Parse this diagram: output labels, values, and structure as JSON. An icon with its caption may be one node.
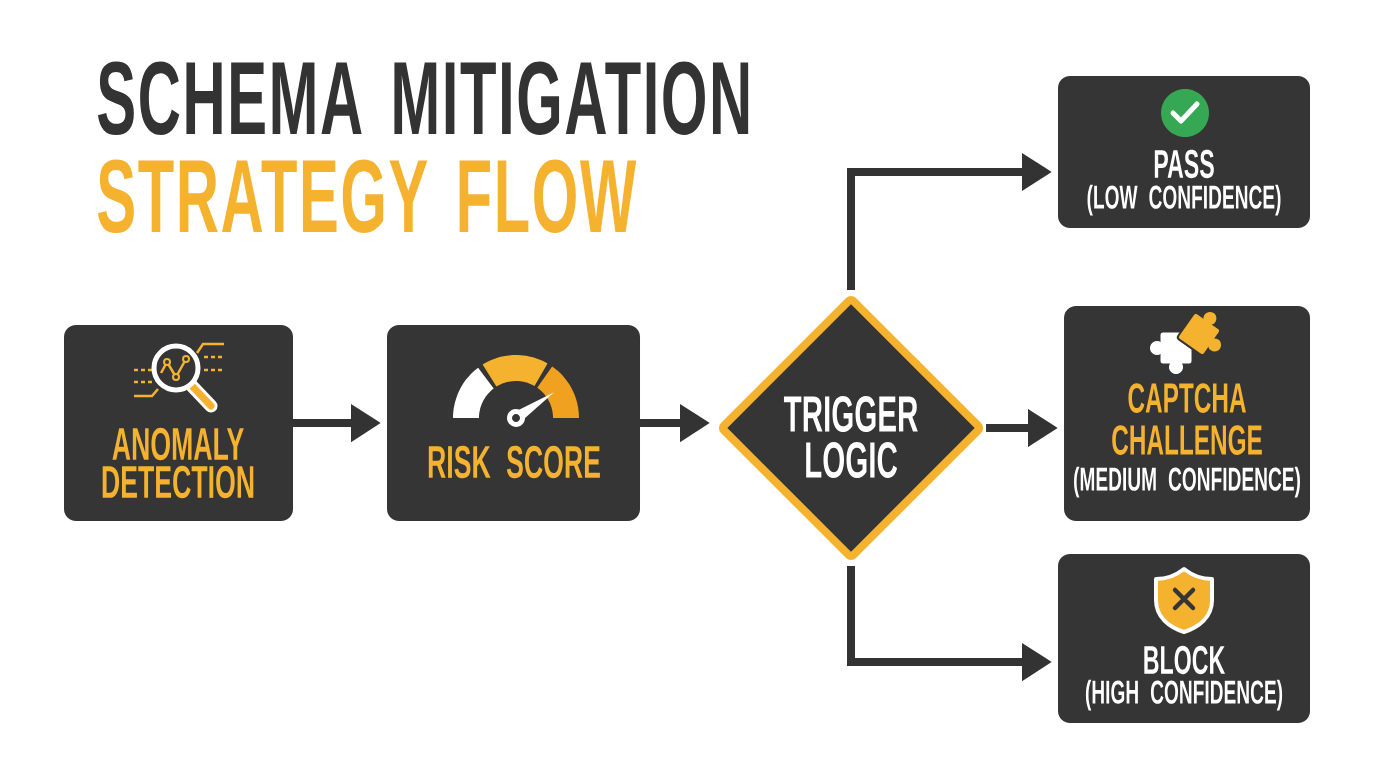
{
  "diagram": {
    "title": "SCHEMA MITIGATION STRATEGY FLOW",
    "nodes": [
      {
        "text": [
          "ANOMALY DETECTION"
        ]
      },
      {
        "text": [
          "RISK SCORE"
        ]
      },
      {
        "text": [
          "TRIGGER LOGIC"
        ]
      },
      {
        "text": [
          "PASS",
          "(LOW CONFIDENCE)"
        ]
      },
      {
        "text": [
          "CAPTCHA CHALLENGE",
          "(MEDIUM CONFIDENCE)"
        ]
      },
      {
        "text": [
          "BLOCK",
          "(HIGH CONFIDENCE)"
        ]
      }
    ],
    "edges": [
      {
        "from": 0,
        "to": 1,
        "arrow": "to"
      },
      {
        "from": 1,
        "to": 2,
        "arrow": "to"
      },
      {
        "from": 2,
        "to": 3,
        "arrow": "to"
      },
      {
        "from": 2,
        "to": 4,
        "arrow": "to"
      },
      {
        "from": 2,
        "to": 5,
        "arrow": "to"
      }
    ]
  }
}
